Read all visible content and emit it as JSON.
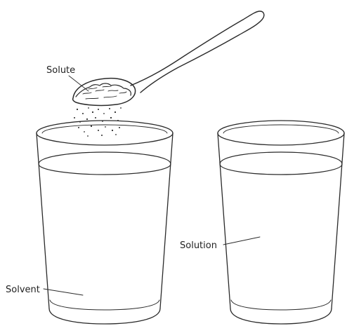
{
  "labels": {
    "solute": "Solute",
    "solvent": "Solvent",
    "solution": "Solution"
  },
  "colors": {
    "ink": "#2a2a2a",
    "background": "#ffffff"
  },
  "icons": [
    "spoon-icon",
    "glass-icon"
  ]
}
